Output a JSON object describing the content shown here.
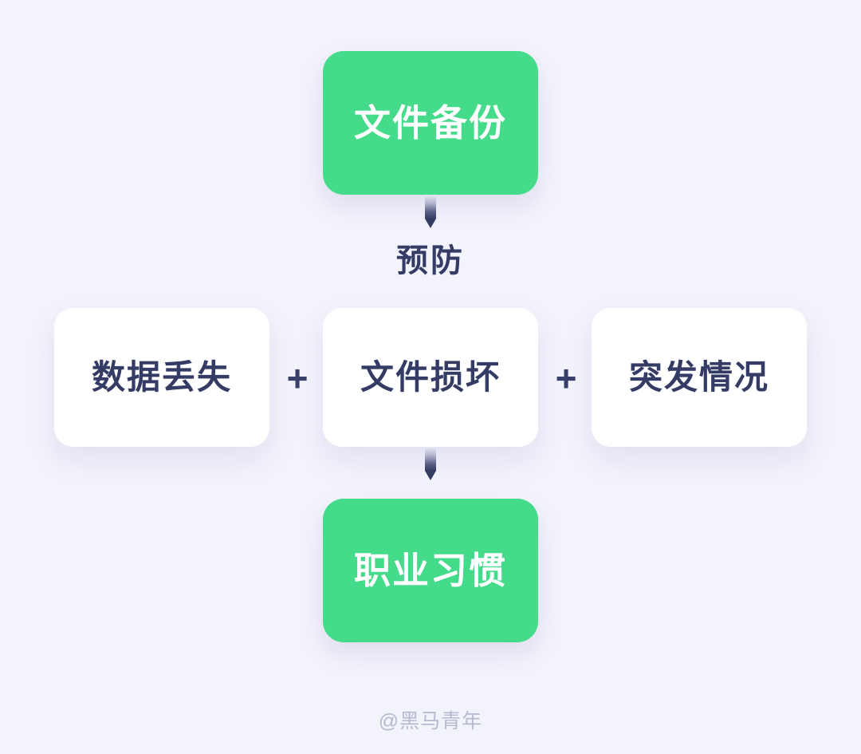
{
  "diagram": {
    "type": "flow-diagram",
    "background_color": "#f3f3fc",
    "accent_color": "#44db8a",
    "text_color": "#343c66",
    "nodes": {
      "backup": {
        "label": "文件备份",
        "style": "green",
        "role": "solution"
      },
      "data_loss": {
        "label": "数据丢失",
        "style": "white",
        "role": "risk"
      },
      "file_corruption": {
        "label": "文件损坏",
        "style": "white",
        "role": "risk"
      },
      "emergency": {
        "label": "突发情况",
        "style": "white",
        "role": "risk"
      },
      "habit": {
        "label": "职业习惯",
        "style": "green",
        "role": "outcome"
      }
    },
    "relations": {
      "prevent_label": "预防",
      "operator_1": "+",
      "operator_2": "+"
    },
    "arrows": {
      "top_arrow_name": "arrow-backup-to-risks",
      "bottom_arrow_name": "arrow-risks-to-habit"
    }
  },
  "watermark": {
    "text": "@黑马青年"
  }
}
